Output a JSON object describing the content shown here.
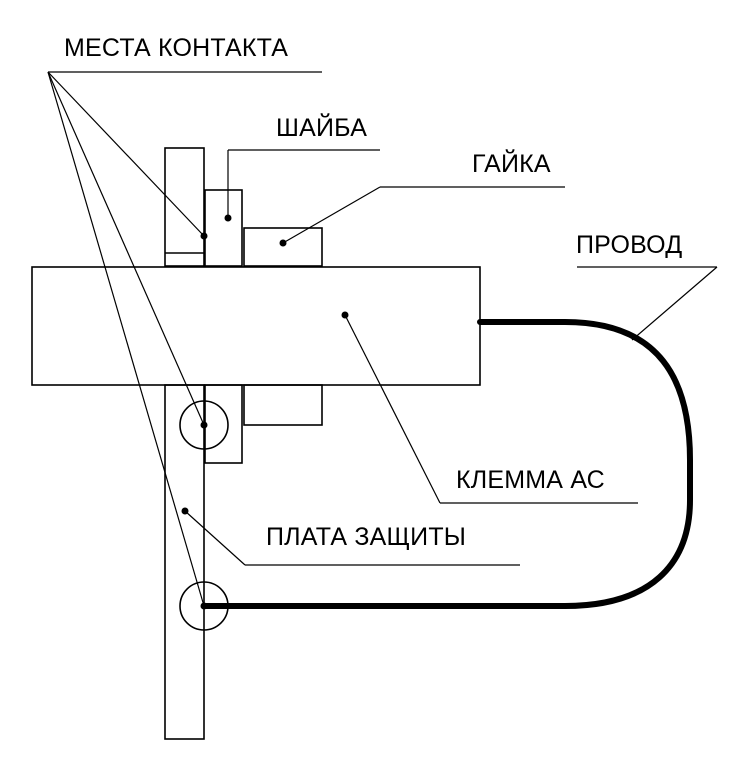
{
  "labels": {
    "contact_points": "МЕСТА КОНТАКТА",
    "washer": "ШАЙБА",
    "nut": "ГАЙКА",
    "wire": "ПРОВОД",
    "ac_terminal": "КЛЕММА АС",
    "protection_board": "ПЛАТА ЗАЩИТЫ"
  }
}
